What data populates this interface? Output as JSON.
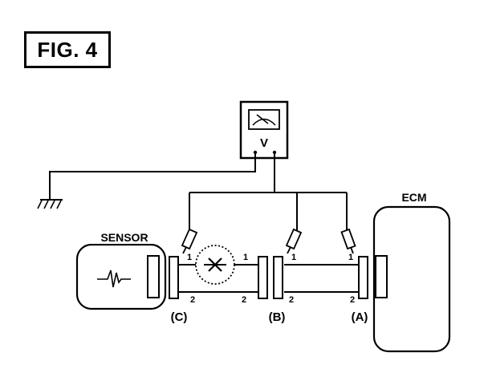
{
  "figure": {
    "title": "FIG. 4"
  },
  "meter": {
    "symbol": "V"
  },
  "labels": {
    "sensor": "SENSOR",
    "ecm": "ECM",
    "connector_c": "(C)",
    "connector_b": "(B)",
    "connector_a": "(A)"
  },
  "pins": {
    "c_top": "1",
    "c_bottom": "2",
    "left_of_b_top": "1",
    "left_of_b_bottom": "2",
    "b_top": "1",
    "b_bottom": "2",
    "a_top": "1",
    "a_bottom": "2"
  }
}
